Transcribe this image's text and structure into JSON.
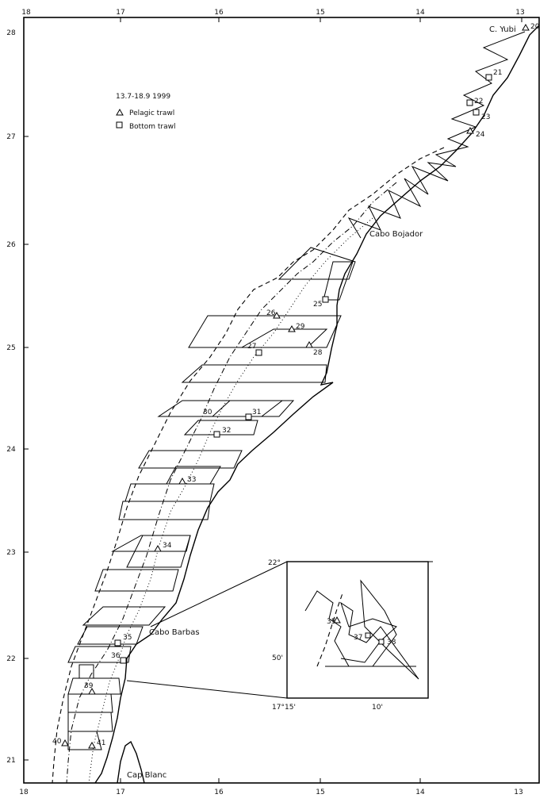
{
  "map": {
    "legend": {
      "date": "13.7-18.9 1999",
      "items": [
        {
          "symbol": "triangle",
          "label": "Pelagic trawl"
        },
        {
          "symbol": "square",
          "label": "Bottom trawl"
        }
      ]
    },
    "top_ticks": [
      "18",
      "17",
      "16",
      "15",
      "14",
      "13"
    ],
    "bottom_ticks": [
      "18",
      "17",
      "16",
      "15",
      "14",
      "13"
    ],
    "left_ticks": [
      "28",
      "27",
      "26",
      "25",
      "24",
      "23",
      "22",
      "21"
    ],
    "places": {
      "cape_yubi": "C. Yubi",
      "cabo_bojador": "Cabo Bojador",
      "cabo_barbas": "Cabo Barbas",
      "cap_blanc": "Cap Blanc"
    },
    "stations": [
      {
        "id": "20",
        "type": "pelagic"
      },
      {
        "id": "21",
        "type": "bottom"
      },
      {
        "id": "22",
        "type": "bottom"
      },
      {
        "id": "23",
        "type": "bottom"
      },
      {
        "id": "24",
        "type": "pelagic"
      },
      {
        "id": "25",
        "type": "bottom"
      },
      {
        "id": "26",
        "type": "pelagic"
      },
      {
        "id": "27",
        "type": "bottom"
      },
      {
        "id": "28",
        "type": "pelagic"
      },
      {
        "id": "29",
        "type": "pelagic"
      },
      {
        "id": "30",
        "type": "pelagic"
      },
      {
        "id": "31",
        "type": "bottom"
      },
      {
        "id": "32",
        "type": "bottom"
      },
      {
        "id": "33",
        "type": "pelagic"
      },
      {
        "id": "34",
        "type": "pelagic"
      },
      {
        "id": "35",
        "type": "bottom"
      },
      {
        "id": "36",
        "type": "bottom"
      },
      {
        "id": "39",
        "type": "pelagic"
      },
      {
        "id": "40",
        "type": "pelagic"
      },
      {
        "id": "41",
        "type": "pelagic"
      }
    ],
    "inset": {
      "tick_top_left": "22°",
      "tick_mid_left": "50'",
      "tick_bottom_left": "17°15'",
      "tick_bottom_mid": "10'",
      "stations": [
        {
          "id": "35",
          "type": "pelagic"
        },
        {
          "id": "37",
          "type": "bottom"
        },
        {
          "id": "38",
          "type": "bottom"
        }
      ]
    }
  }
}
